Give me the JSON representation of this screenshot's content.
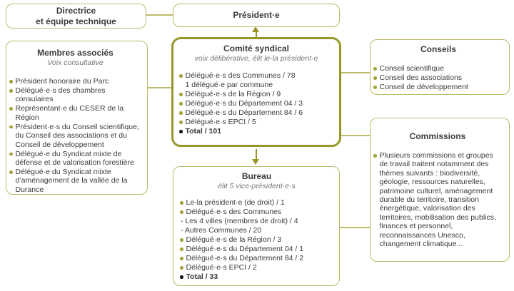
{
  "colors": {
    "border_thin": "#bcba6b",
    "border_thick": "#98962b",
    "bullet_olive": "#a5a33a",
    "bullet_black": "#141414",
    "text": "#3b3b3a",
    "subtitle": "#757470",
    "background": "#ffffff"
  },
  "boxes": {
    "directrice": {
      "line1": "Directrice",
      "line2": "et équipe technique"
    },
    "president": {
      "title": "Président·e"
    },
    "membres": {
      "title": "Membres associés",
      "subtitle": "Voix consultative",
      "items": [
        "Président honoraire du Parc",
        "Délégué·e·s des chambres consulaires",
        "Représentant·e du CESER de la Région",
        "Président·e·s du Conseil scientifique, du Conseil des associations et du Conseil de développement",
        "Délégué·e du Syndicat mixte de défense et de valorisation forestière",
        "Délégué·e du Syndicat mixte d’aménagement de la vallée de la Durance"
      ]
    },
    "comite": {
      "title": "Comité syndical",
      "subtitle": "voix délibérative, élit le-la président·e",
      "items": [
        "Délégué·e·s des Communes / 78",
        "1 délégué·e par commune",
        "Délégué·e·s de la Région / 9",
        "Délégué·e·s du Département 04 / 3",
        "Délégué·e·s du Département 84 / 6",
        "Délégué·e·s EPCI / 5",
        "Total / 101"
      ]
    },
    "bureau": {
      "title": "Bureau",
      "subtitle": "élit 5 vice-président·e·s",
      "items": [
        "Le-la président·e (de droit) / 1",
        "Délégué·e·s des Communes",
        "- Les 4 villes (membres de droit) / 4",
        "- Autres Communes / 20",
        "Délégué·e·s de la Région / 3",
        "Délégué·e·s du Département 04 / 1",
        "Délégué·e·s du Département 84 / 2",
        "Délégué·e·s EPCI / 2",
        "Total / 33"
      ]
    },
    "conseils": {
      "title": "Conseils",
      "items": [
        "Conseil scientifique",
        "Conseil des associations",
        "Conseil de développement"
      ]
    },
    "commissions": {
      "title": "Commissions",
      "items": [
        "Plusieurs commissions et groupes de travail traitent notamment des thèmes suivants : biodiversité, géologie, ressources naturelles, patrimoine culturel, aménagement durable du territoire, transition énergétique, valorisation des territoires, mobilisation des publics, finances et personnel, reconnaissances Unesco, changement climatique..."
      ]
    }
  }
}
